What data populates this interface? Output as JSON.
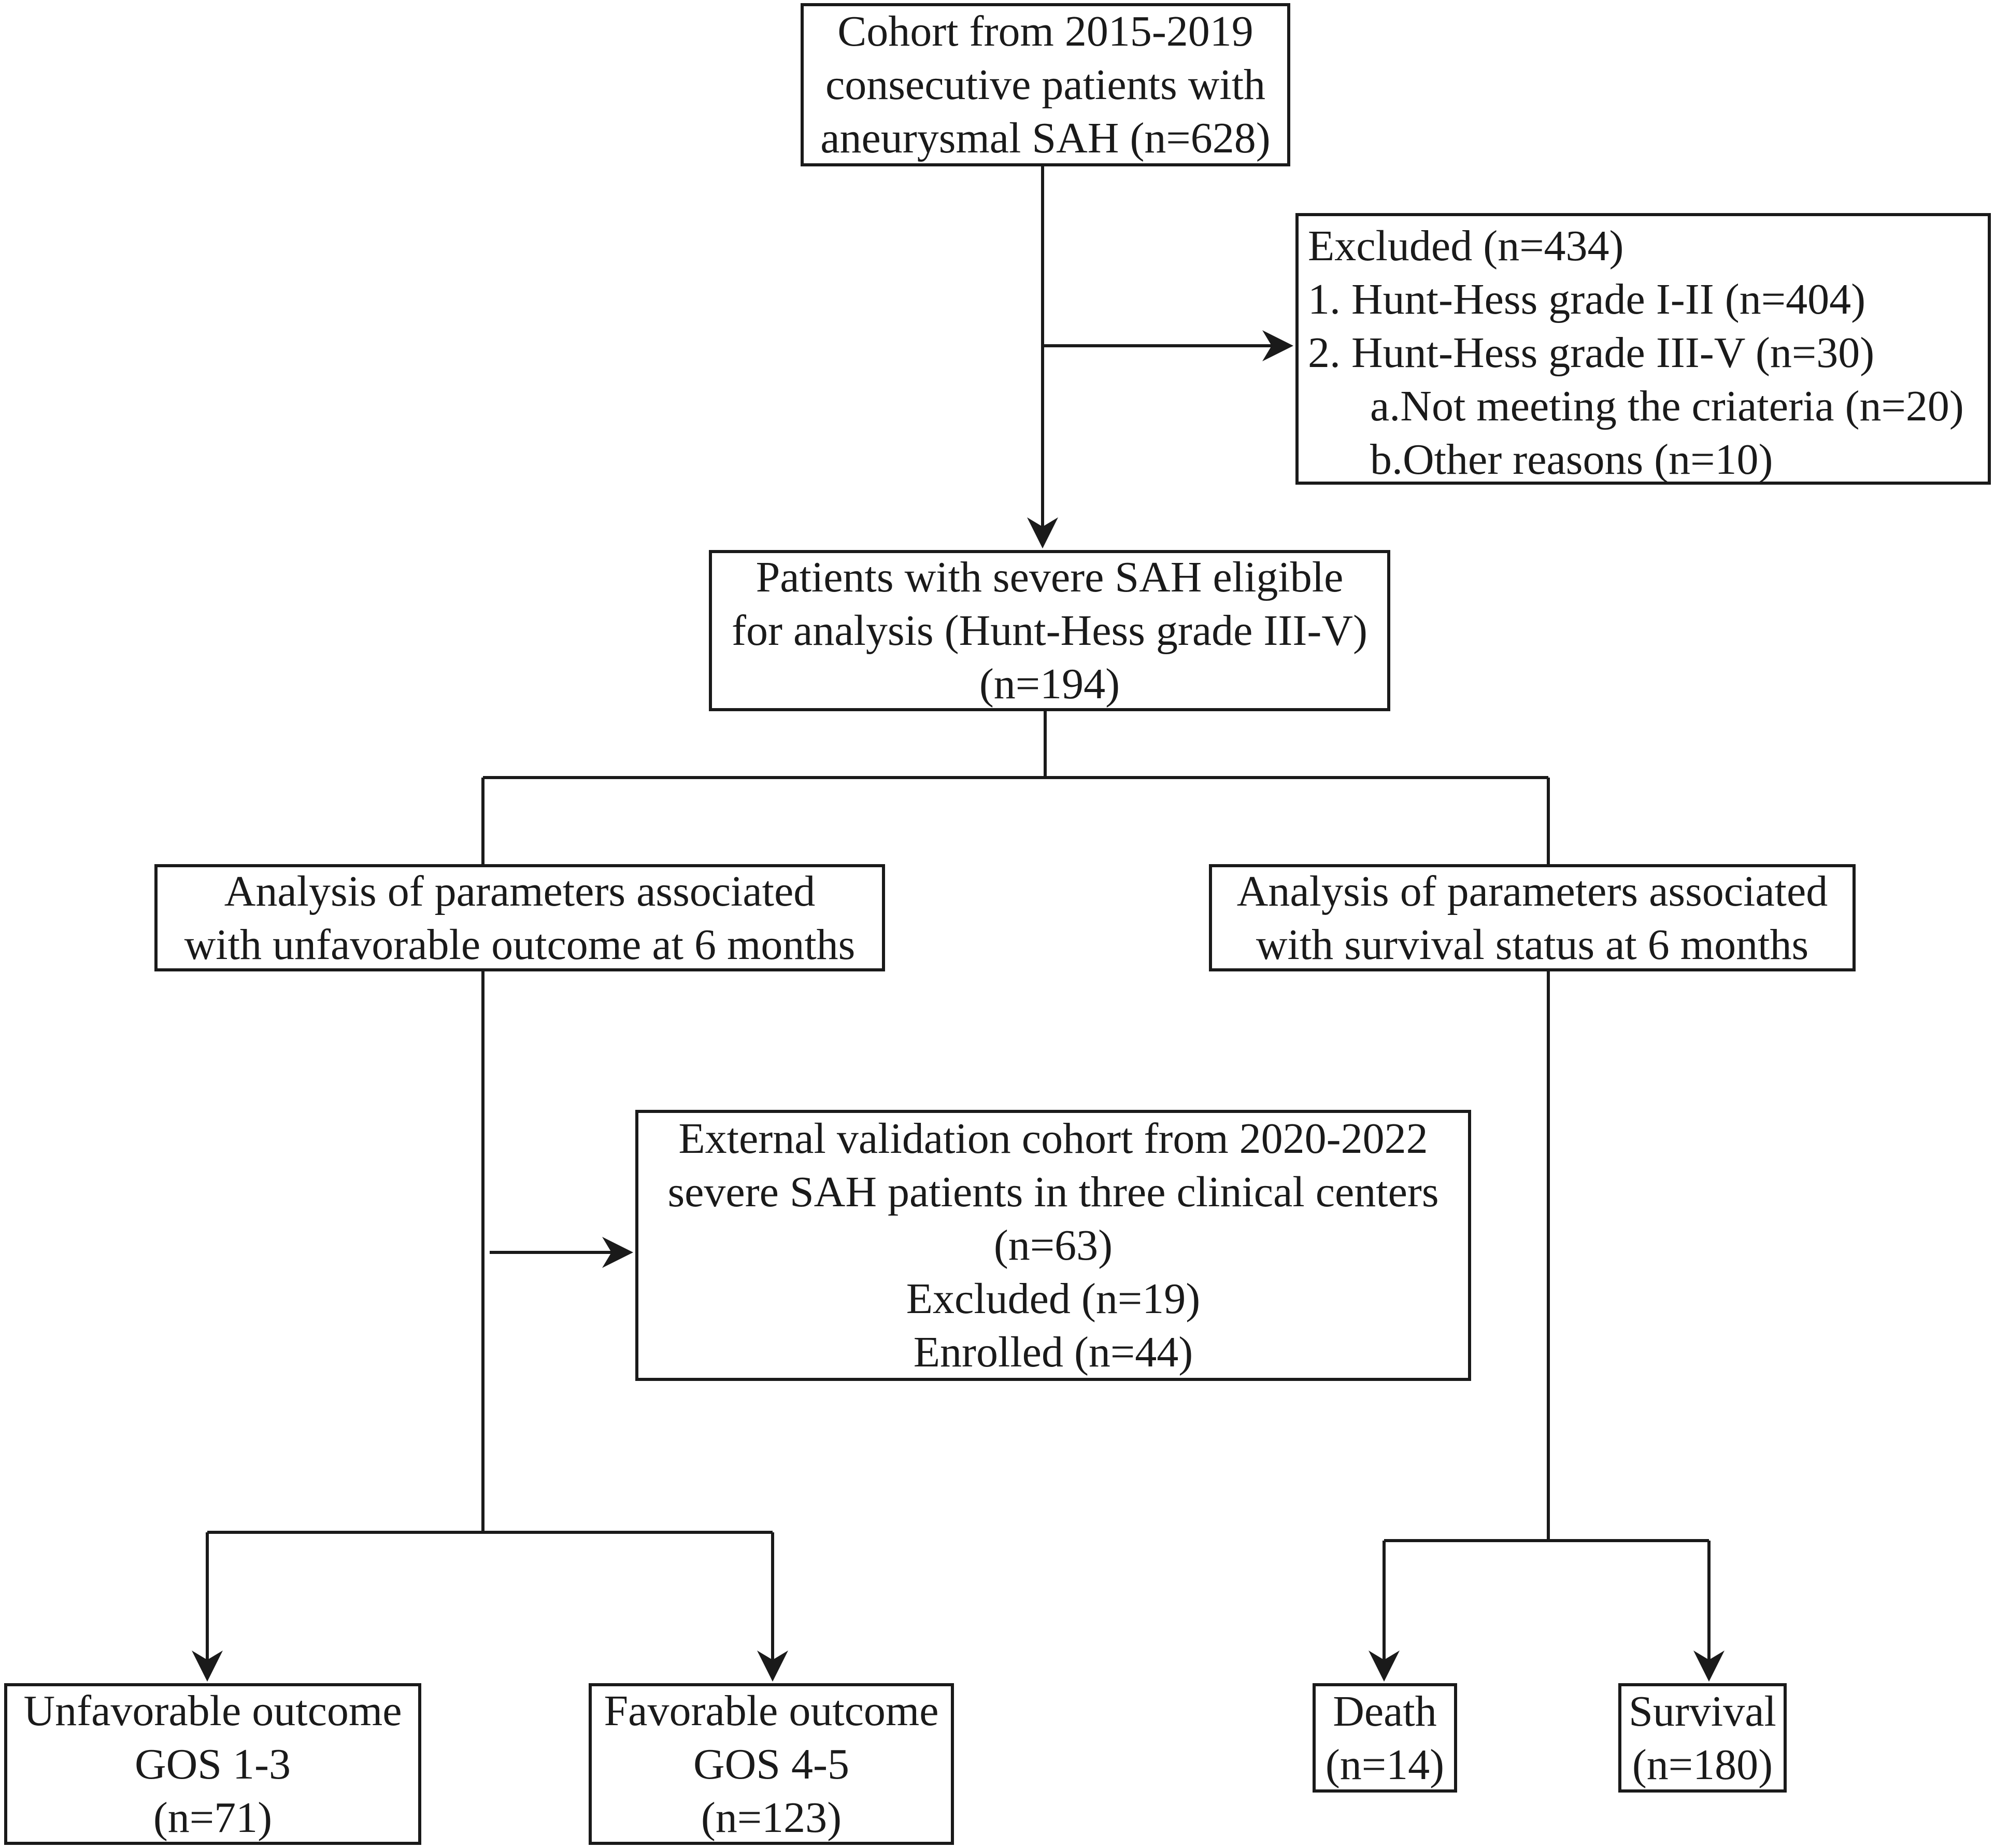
{
  "cohort": {
    "lines": [
      "Cohort from 2015-2019",
      "consecutive patients with",
      "aneurysmal SAH (n=628)"
    ]
  },
  "excluded": {
    "title": "Excluded (n=434)",
    "item1": "1. Hunt-Hess grade I-II (n=404)",
    "item2": "2. Hunt-Hess grade III-V (n=30)",
    "sub_a": "a.Not meeting the criateria (n=20)",
    "sub_b": "b.Other reasons  (n=10)"
  },
  "eligible": {
    "lines": [
      "Patients with severe SAH eligible",
      "for analysis (Hunt-Hess grade III-V)",
      "(n=194)"
    ]
  },
  "unfavorable_analysis": {
    "lines": [
      "Analysis of parameters associated",
      "with unfavorable outcome at 6 months"
    ]
  },
  "survival_analysis": {
    "lines": [
      "Analysis of parameters associated",
      "with survival status at 6 months"
    ]
  },
  "external": {
    "lines": [
      "External validation cohort from 2020-2022",
      "severe SAH patients in three clinical centers",
      "(n=63)",
      "Excluded (n=19)",
      "Enrolled (n=44)"
    ]
  },
  "unfavorable_outcome": {
    "lines": [
      "Unfavorable outcome",
      "GOS 1-3",
      "(n=71)"
    ]
  },
  "favorable_outcome": {
    "lines": [
      "Favorable outcome",
      "GOS 4-5",
      "(n=123)"
    ]
  },
  "death": {
    "lines": [
      "Death",
      "(n=14)"
    ]
  },
  "survival": {
    "lines": [
      "Survival",
      "(n=180)"
    ]
  }
}
